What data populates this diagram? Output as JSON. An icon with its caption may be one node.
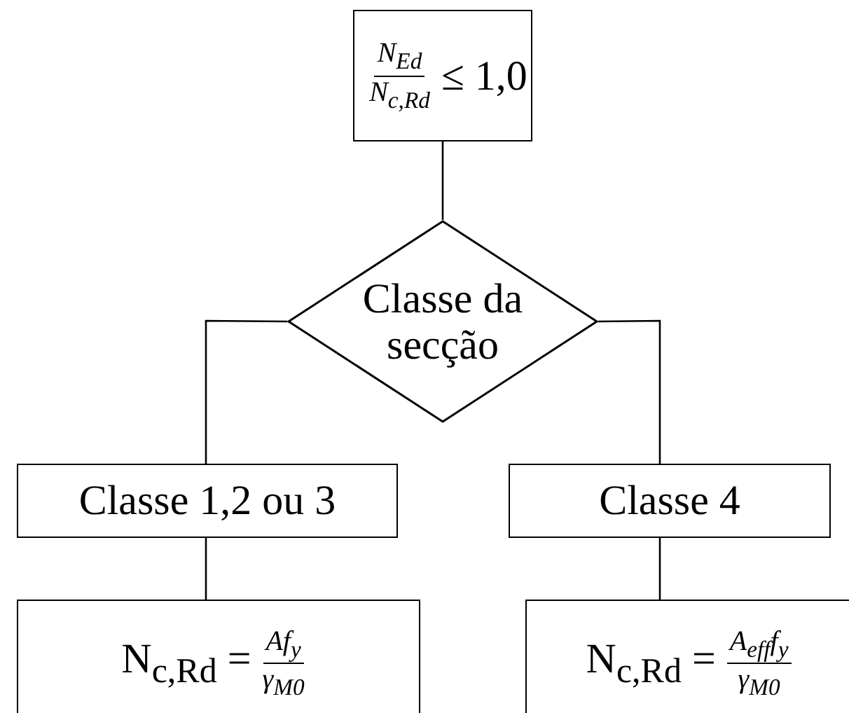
{
  "diagram": {
    "nodes": [
      {
        "text": [
          "N$_{Ed}$",
          "N$_{c,Rd}$",
          "≤ 1,0"
        ]
      },
      {
        "text": [
          "Classe da secção"
        ]
      },
      {
        "text": [
          "Classe 1,2 ou 3"
        ]
      },
      {
        "text": [
          "Classe 4"
        ]
      },
      {
        "text": [
          "N$_{c,Rd}$ =",
          "Af$_{y}$",
          "γ$_{M0}$"
        ]
      },
      {
        "text": [
          "N$_{c,Rd}$ =",
          "A$_{eff}$f$_{y}$",
          "γ$_{M0}$"
        ]
      }
    ],
    "edges": [
      {
        "from": 0,
        "to": 1,
        "arrow": "none"
      },
      {
        "from": 1,
        "to": 2,
        "arrow": "none"
      },
      {
        "from": 1,
        "to": 3,
        "arrow": "none"
      },
      {
        "from": 2,
        "to": 4,
        "arrow": "none"
      },
      {
        "from": 3,
        "to": 5,
        "arrow": "none"
      }
    ]
  }
}
